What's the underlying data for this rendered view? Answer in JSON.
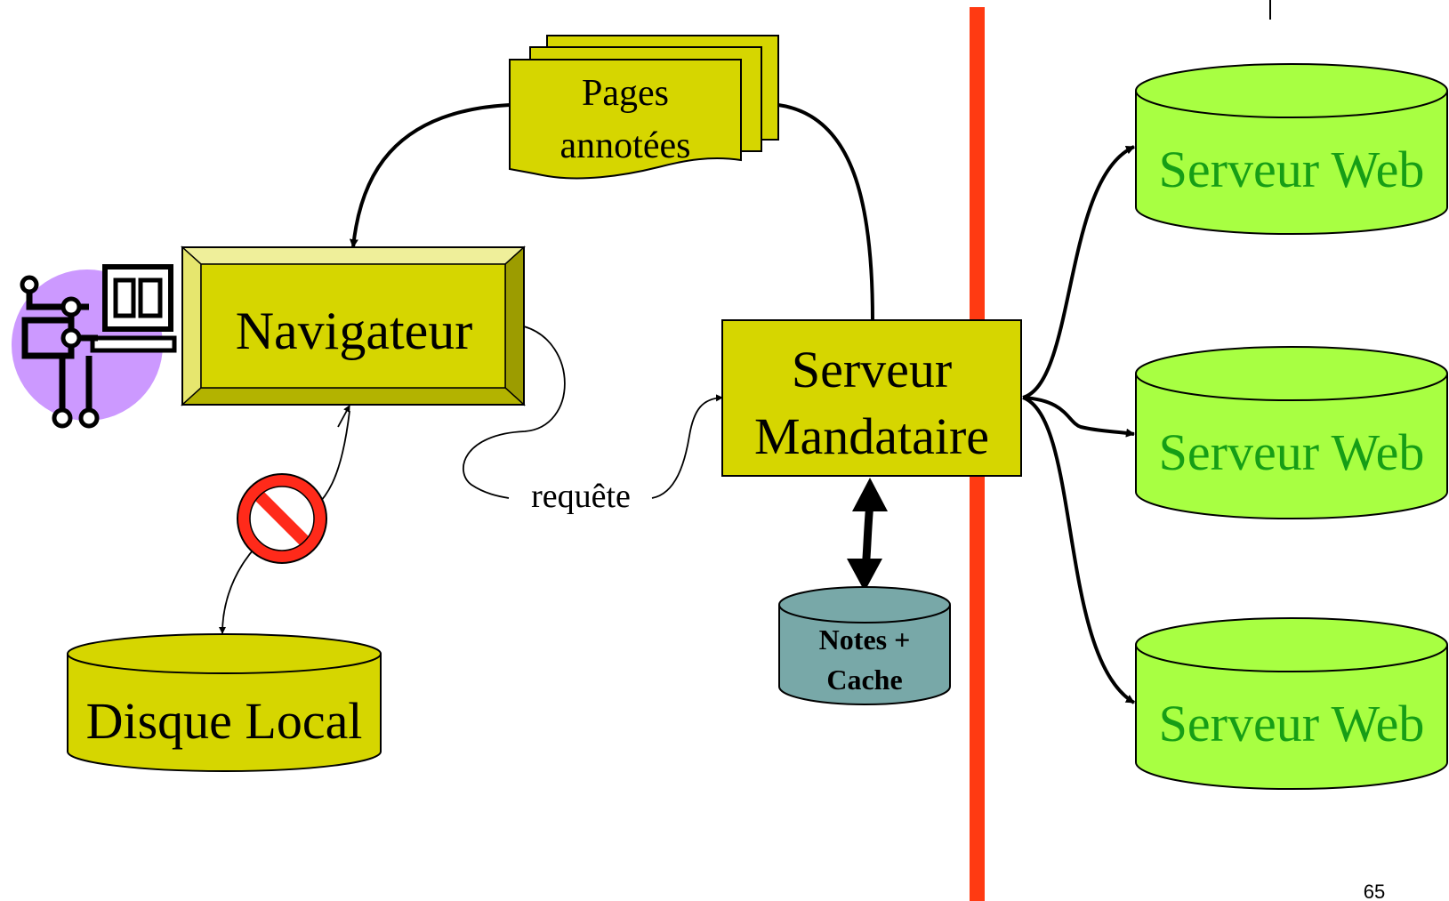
{
  "diagram": {
    "pages": {
      "line1": "Pages",
      "line2": "annotées"
    },
    "browser": {
      "label": "Navigateur"
    },
    "proxy": {
      "line1": "Serveur",
      "line2": "Mandataire"
    },
    "request": {
      "label": "requête"
    },
    "local_disk": {
      "label": "Disque Local"
    },
    "cache": {
      "line1": "Notes +",
      "line2": "Cache"
    },
    "web_servers": [
      {
        "label": "Serveur Web"
      },
      {
        "label": "Serveur Web"
      },
      {
        "label": "Serveur Web"
      }
    ],
    "page_number": "65"
  },
  "colors": {
    "olive": "#d6d600",
    "olive_light": "#e6e66e",
    "olive_dark": "#a3a300",
    "lime": "#a8ff42",
    "lime_text": "#169e16",
    "teal": "#78a8a8",
    "firewall_red": "#ff3a12",
    "user_purple": "#cc99ff",
    "forbidden_red": "#ff2a1a"
  },
  "icons": [
    "computer-user-icon",
    "forbidden-icon"
  ]
}
